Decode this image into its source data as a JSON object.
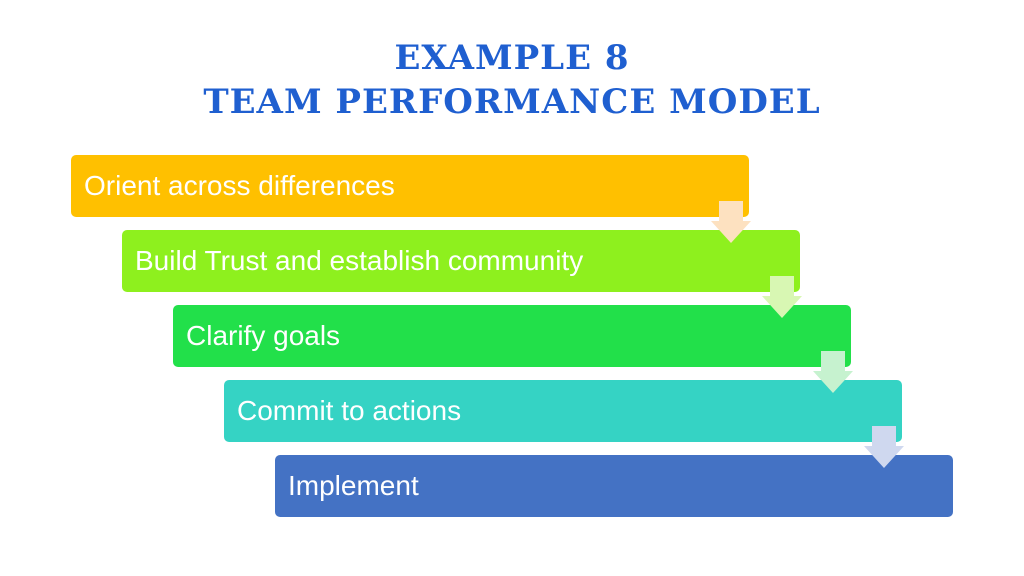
{
  "title": {
    "line1": "EXAMPLE 8",
    "line2": "TEAM PERFORMANCE MODEL"
  },
  "steps": [
    {
      "label": "Orient across differences",
      "color": "#ffc000"
    },
    {
      "label": "Build Trust and establish community",
      "color": "#8ef01e"
    },
    {
      "label": "Clarify goals",
      "color": "#22e04a"
    },
    {
      "label": "Commit to actions",
      "color": "#35d3c4"
    },
    {
      "label": "Implement",
      "color": "#4472c4"
    }
  ],
  "arrows": [
    {
      "color": "#fde1c0"
    },
    {
      "color": "#d8f7b3"
    },
    {
      "color": "#c6f2cf"
    },
    {
      "color": "#cfd8ef"
    }
  ]
}
